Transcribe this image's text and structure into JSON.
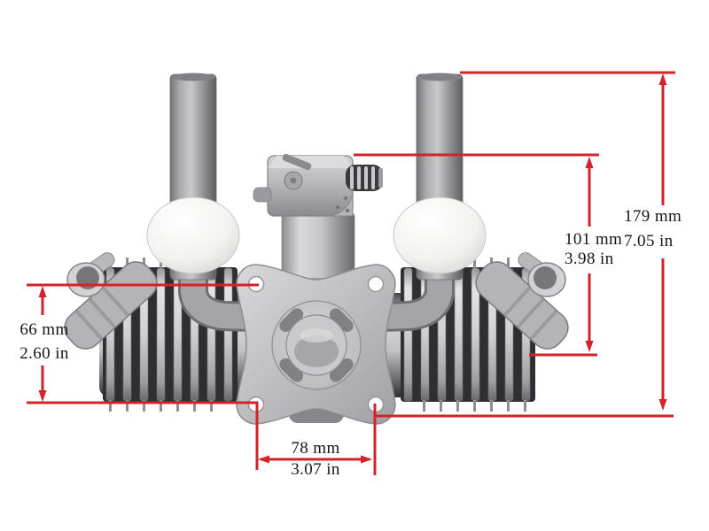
{
  "diagram": {
    "background": "#ffffff",
    "dimension_color": "#d2232b",
    "dimensions": {
      "overall_height": {
        "mm": "179 mm",
        "inches": "7.05 in"
      },
      "carb_to_crank_height": {
        "mm": "101 mm",
        "inches": "3.98 in"
      },
      "mount_hole_vertical": {
        "mm": "66 mm",
        "inches": "2.60 in"
      },
      "mount_hole_horizontal": {
        "mm": "78 mm",
        "inches": "3.07 in"
      }
    }
  }
}
